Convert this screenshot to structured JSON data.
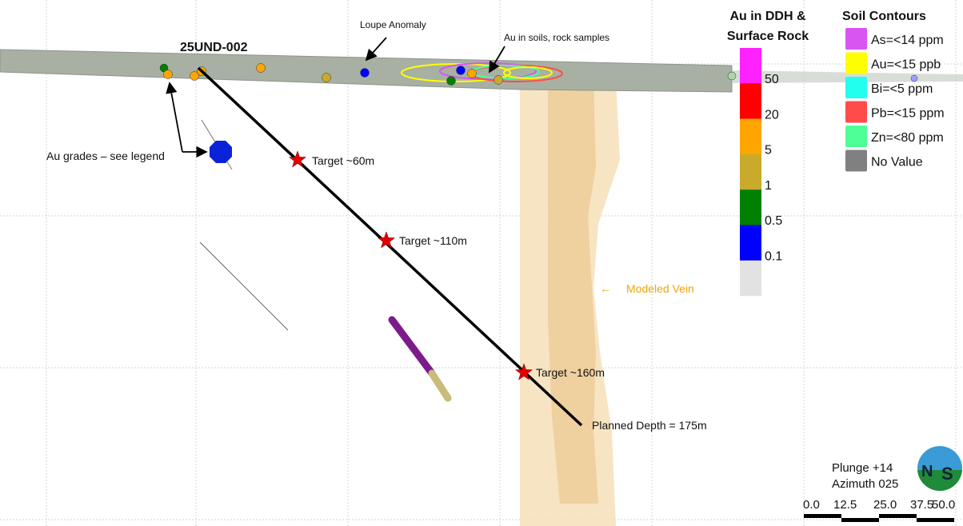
{
  "hole_label": "25UND-002",
  "annotations": {
    "loupe": "Loupe Anomaly",
    "soils": "Au in soils, rock samples",
    "au_grades": "Au grades – see legend",
    "modeled_vein": "Modeled Vein",
    "modeled_vein_arrow": "←",
    "planned_depth": "Planned Depth = 175m"
  },
  "targets": [
    "Target ~60m",
    "Target ~110m",
    "Target ~160m"
  ],
  "au_legend": {
    "title_line1": "Au in DDH &",
    "title_line2": "Surface Rock",
    "bins": [
      {
        "color": "#ff22ff",
        "label": "50"
      },
      {
        "color": "#ff0000",
        "label": "20"
      },
      {
        "color": "#ffa500",
        "label": "5"
      },
      {
        "color": "#c9aa2a",
        "label": "1"
      },
      {
        "color": "#008000",
        "label": "0.5"
      },
      {
        "color": "#0000ff",
        "label": "0.1"
      },
      {
        "color": "#e2e2e2",
        "label": ""
      }
    ]
  },
  "soil_legend": {
    "title": "Soil Contours",
    "items": [
      {
        "color": "#d955f2",
        "label": "As=<14 ppm"
      },
      {
        "color": "#ffff00",
        "label": "Au=<15 ppb"
      },
      {
        "color": "#22ffee",
        "label": "Bi=<5 ppm"
      },
      {
        "color": "#ff4b4b",
        "label": "Pb=<15 ppm"
      },
      {
        "color": "#4dff95",
        "label": "Zn=<80 ppm"
      },
      {
        "color": "#808080",
        "label": "No Value"
      }
    ]
  },
  "view": {
    "plunge": "Plunge +14",
    "azimuth": "Azimuth 025"
  },
  "scale": {
    "ticks": [
      "0.0",
      "12.5",
      "25.0",
      "37.5",
      "50.0"
    ]
  }
}
